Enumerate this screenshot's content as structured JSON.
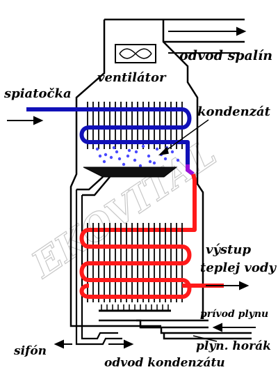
{
  "labels": {
    "odvod_spalin": "odvod spalín",
    "ventilator": "ventilátor",
    "spiatocka": "spiatočka",
    "kondenzat": "kondenzát",
    "vystup_line1": "výstup",
    "vystup_line2": "teplej vody",
    "privod_plynu": "prívod plynu",
    "sifon": "sifón",
    "plyn_horak": "plyn. horák",
    "odvod_kondenzatu": "odvod kondenzátu"
  },
  "watermark": "EKOVITAL",
  "colors": {
    "cold_pipe": "#1010b8",
    "hot_pipe": "#ff1a1a",
    "transition": "#9a10d8",
    "condensate_drops": "#4a4aff",
    "outline": "#000000",
    "watermark": "#c8c8c8"
  }
}
